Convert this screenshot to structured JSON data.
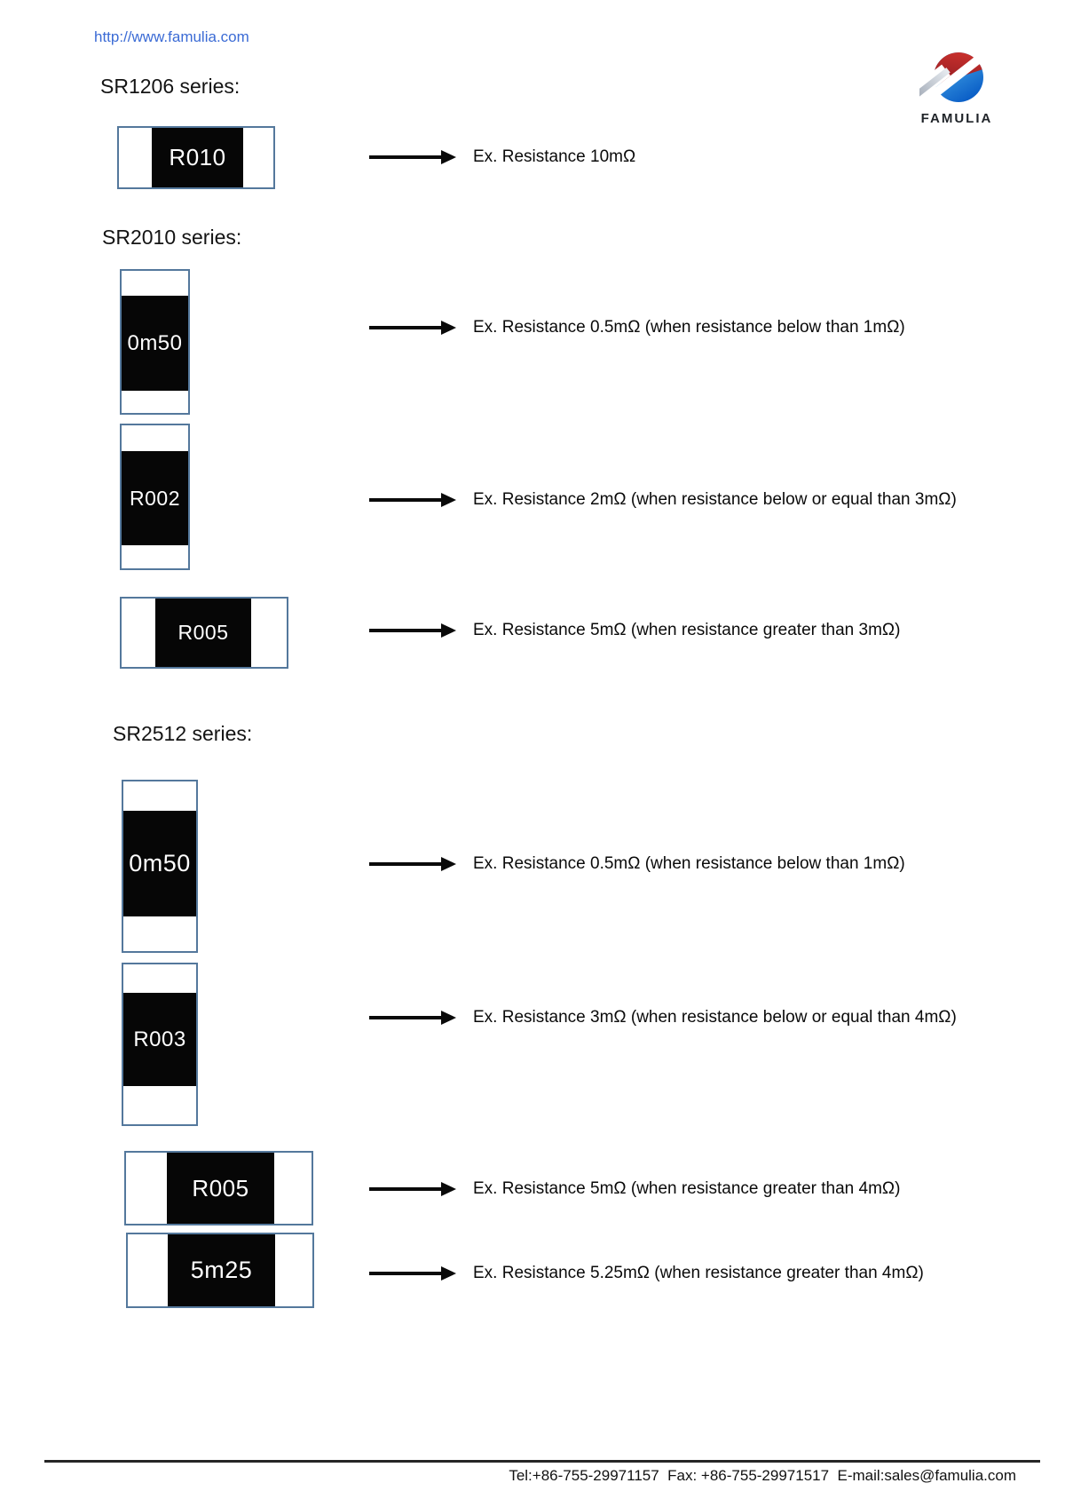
{
  "page": {
    "url": "http://www.famulia.com",
    "logo": {
      "brand": "FAMULIA"
    },
    "sections": [
      {
        "title": "SR1206 series:",
        "rows": [
          {
            "marking": "R010",
            "label": "Ex. Resistance 10mΩ"
          }
        ]
      },
      {
        "title": "SR2010 series:",
        "rows": [
          {
            "marking": "0m50",
            "label": "Ex. Resistance 0.5mΩ (when resistance below than 1mΩ)"
          },
          {
            "marking": "R002",
            "label": "Ex. Resistance 2mΩ (when resistance below or equal than 3mΩ)"
          },
          {
            "marking": "R005",
            "label": "Ex. Resistance 5mΩ (when resistance greater than 3mΩ)"
          }
        ]
      },
      {
        "title": "SR2512 series:",
        "rows": [
          {
            "marking": "0m50",
            "label": "Ex. Resistance 0.5mΩ (when resistance below than 1mΩ)"
          },
          {
            "marking": "R003",
            "label": "Ex. Resistance 3mΩ (when resistance below or equal than 4mΩ)"
          },
          {
            "marking": "R005",
            "label": "Ex. Resistance 5mΩ (when resistance greater than 4mΩ)"
          },
          {
            "marking": "5m25",
            "label": "Ex. Resistance 5.25mΩ (when resistance greater than 4mΩ)"
          }
        ]
      }
    ],
    "footer": {
      "contact": "Tel:+86-755-29971157  Fax: +86-755-29971517  E-mail:sales@famulia.com"
    },
    "colors": {
      "link_blue": "#3b6bd5",
      "resistor_border": "#54789c",
      "chip_black": "#060606",
      "logo_red": "#c5242c",
      "logo_blue": "#1173d4",
      "logo_silver": "#bac1cc"
    }
  }
}
